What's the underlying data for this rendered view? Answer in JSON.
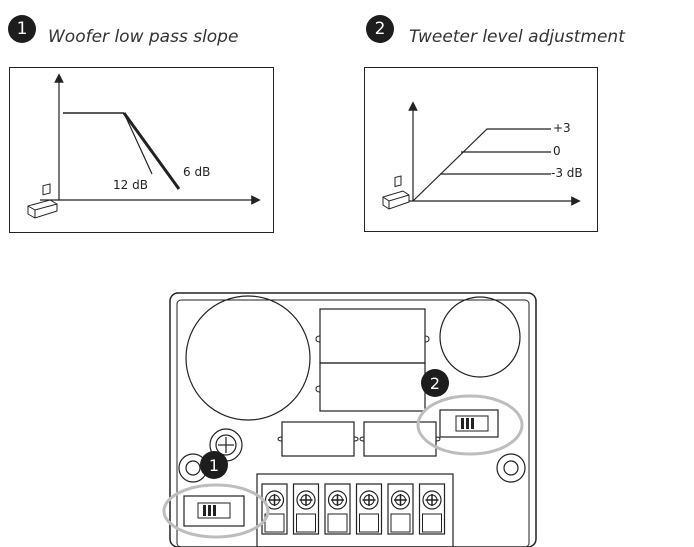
{
  "section1": {
    "number": "1",
    "title": "Woofer low pass slope",
    "labels": {
      "steep": "12 dB",
      "gentle": "6 dB"
    }
  },
  "section2": {
    "number": "2",
    "title": "Tweeter level adjustment",
    "labels": {
      "high": "+3",
      "mid": "0",
      "low": "-3 dB"
    }
  },
  "board": {
    "callout_1": "1",
    "callout_2": "2",
    "terminal_count": 6,
    "highlight_color": "#bdbdbd"
  }
}
